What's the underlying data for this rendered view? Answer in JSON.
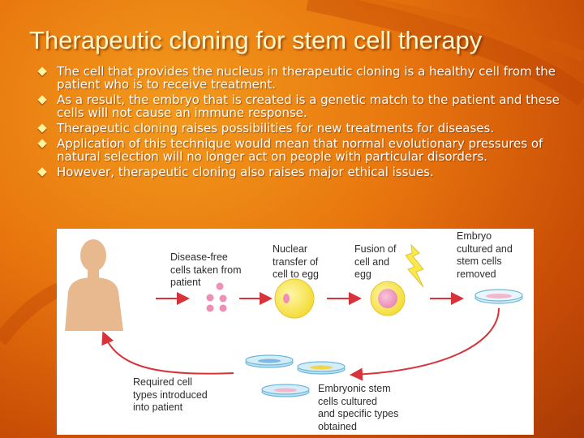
{
  "title": "Therapeutic cloning for stem cell therapy",
  "bullets": [
    "The cell that provides the nucleus in therapeutic cloning is a healthy cell from the patient who is to receive treatment.",
    "As a result, the embryo that is created is a genetic match to the patient and these cells will not cause an immune response.",
    "Therapeutic cloning raises possibilities for new treatments for diseases.",
    "Application of this technique would mean that normal evolutionary pressures of natural selection will no longer act on people with particular disorders.",
    "However, therapeutic cloning also raises major ethical issues."
  ],
  "diagram": {
    "step1": "Disease-free\ncells taken from\npatient",
    "step2": "Nuclear\ntransfer of\ncell to egg",
    "step3": "Fusion of\ncell and\negg",
    "step4": "Embryo\ncultured and\nstem cells\nremoved",
    "step5": "Embryonic stem\ncells cultured\nand specific types\nobtained",
    "step6": "Required cell\ntypes introduced\ninto patient"
  },
  "colors": {
    "background": "#e8760e",
    "title": "#fff8cf",
    "arrow": "#d8323a",
    "skin": "#e8b98f",
    "cells": "#ee8fb8",
    "egg": "#fbec62",
    "dish": "#9fd3ec"
  }
}
